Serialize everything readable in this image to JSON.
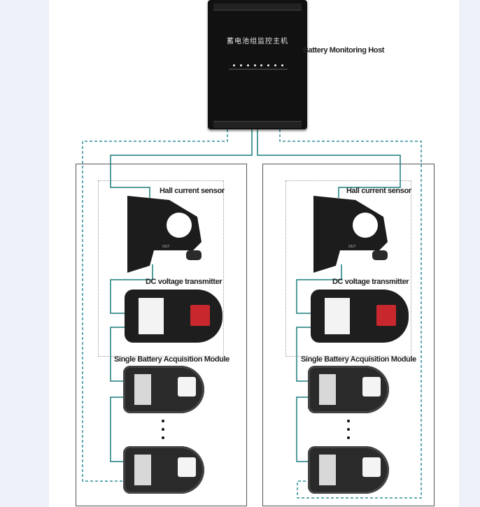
{
  "diagram": {
    "host": {
      "name_cn": "蓄电池组监控主机",
      "label": "Battery Monitoring Host"
    },
    "hall_label": "Hall current sensor",
    "dc_label": "DC voltage transmitter",
    "module_label": "Single Battery Acquisition Module",
    "hall_out": "OUT",
    "colors": {
      "solid_wire": "#1a7d7d",
      "dashed_wire": "#2e8f98",
      "device_body": "#1e1e1e",
      "connector_red": "#c8282d"
    }
  }
}
